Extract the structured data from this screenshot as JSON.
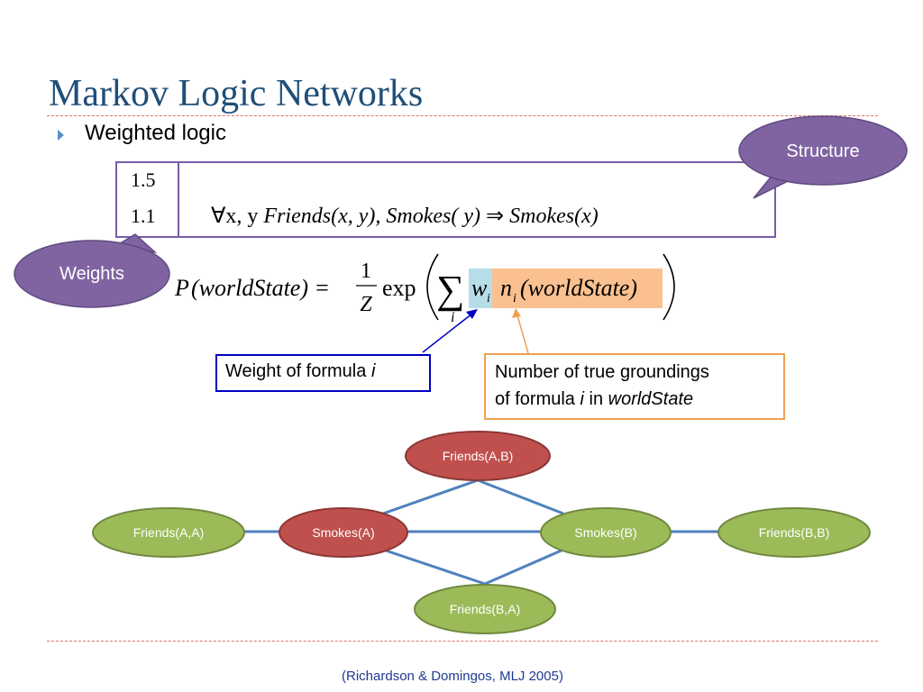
{
  "title": "Markov Logic Networks",
  "bullet": "Weighted logic",
  "knowledge_base": {
    "weights": [
      "1.5",
      "1.1"
    ],
    "formula_2": {
      "quantifier": "∀x, y",
      "friends": "Friends",
      "args_xy": "(x, y), ",
      "smokes_y_name": "Smokes",
      "smokes_y_arg": "( y)",
      "implies": " ⇒ ",
      "smokes_x_name": "Smokes",
      "smokes_x_arg": "(x)"
    }
  },
  "callouts": {
    "structure": "Structure",
    "weights": "Weights"
  },
  "equation": {
    "lhs_p": "P",
    "lhs_arg": "(worldState) =",
    "frac_num": "1",
    "frac_den": "Z",
    "exp": "exp",
    "sum_index": "i",
    "w": "w",
    "w_sub": "i",
    "n": "n",
    "n_sub": "i",
    "n_arg": "(worldState)"
  },
  "annotations": {
    "weight_label_prefix": "Weight of formula ",
    "weight_label_var": "i",
    "count_label_line1": "Number of true groundings",
    "count_label_line2_prefix": "of formula ",
    "count_label_line2_var": "i",
    "count_label_line2_mid": " in ",
    "count_label_line2_state": "worldState"
  },
  "network": {
    "nodes": {
      "friends_ab": "Friends(A,B)",
      "friends_aa": "Friends(A,A)",
      "smokes_a": "Smokes(A)",
      "smokes_b": "Smokes(B)",
      "friends_bb": "Friends(B,B)",
      "friends_ba": "Friends(B,A)"
    },
    "colors": {
      "red_node": "#c0504d",
      "green_node": "#9bbb59",
      "edge": "#4f81bd"
    }
  },
  "citation": "(Richardson & Domingos, MLJ 2005)",
  "colors": {
    "title": "#1f4e79",
    "callout_fill": "#8064a2",
    "weight_highlight": "#b7dde8",
    "count_highlight": "#fac090",
    "weight_box_border": "#0000c0",
    "count_box_border": "#f0a050"
  }
}
